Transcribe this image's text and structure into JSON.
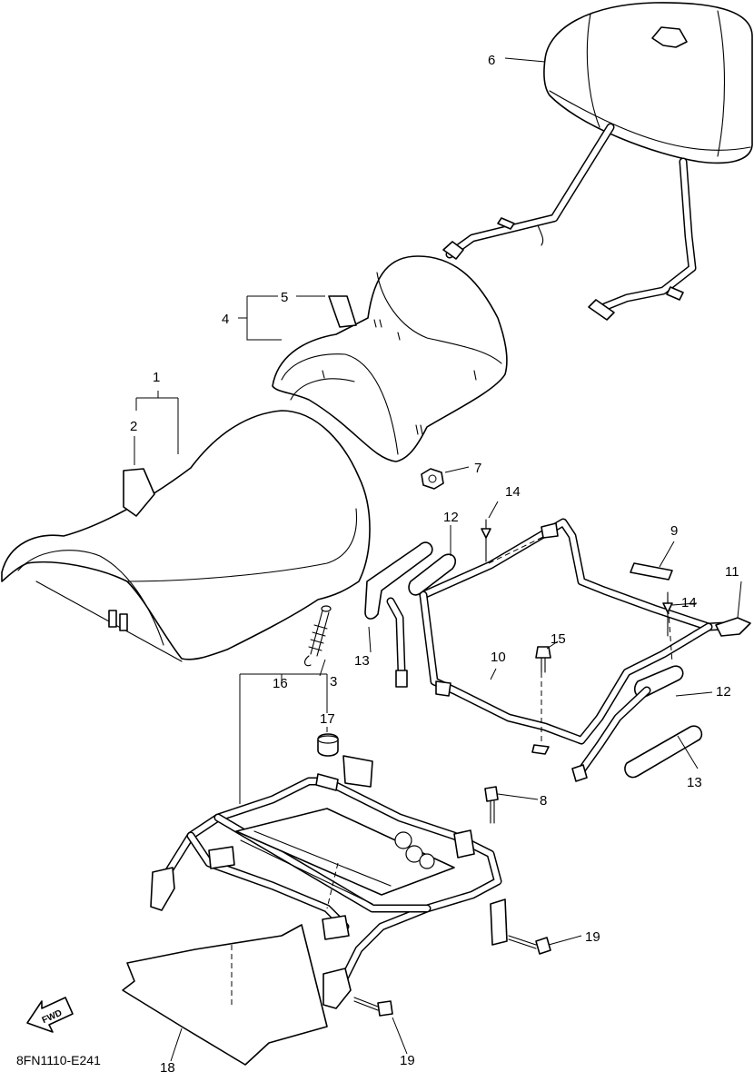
{
  "diagram_code": "8FN1110-E241",
  "direction_badge": "FWD",
  "callouts": [
    {
      "id": "c1",
      "label": "1"
    },
    {
      "id": "c2",
      "label": "2"
    },
    {
      "id": "c3",
      "label": "3"
    },
    {
      "id": "c4",
      "label": "4"
    },
    {
      "id": "c5",
      "label": "5"
    },
    {
      "id": "c6",
      "label": "6"
    },
    {
      "id": "c7",
      "label": "7"
    },
    {
      "id": "c8",
      "label": "8"
    },
    {
      "id": "c9",
      "label": "9"
    },
    {
      "id": "c10",
      "label": "10"
    },
    {
      "id": "c11",
      "label": "11"
    },
    {
      "id": "c12a",
      "label": "12"
    },
    {
      "id": "c12b",
      "label": "12"
    },
    {
      "id": "c13a",
      "label": "13"
    },
    {
      "id": "c13b",
      "label": "13"
    },
    {
      "id": "c14a",
      "label": "14"
    },
    {
      "id": "c14b",
      "label": "14"
    },
    {
      "id": "c15",
      "label": "15"
    },
    {
      "id": "c16",
      "label": "16"
    },
    {
      "id": "c17",
      "label": "17"
    },
    {
      "id": "c18",
      "label": "18"
    },
    {
      "id": "c19a",
      "label": "19"
    },
    {
      "id": "c19b",
      "label": "19"
    }
  ]
}
